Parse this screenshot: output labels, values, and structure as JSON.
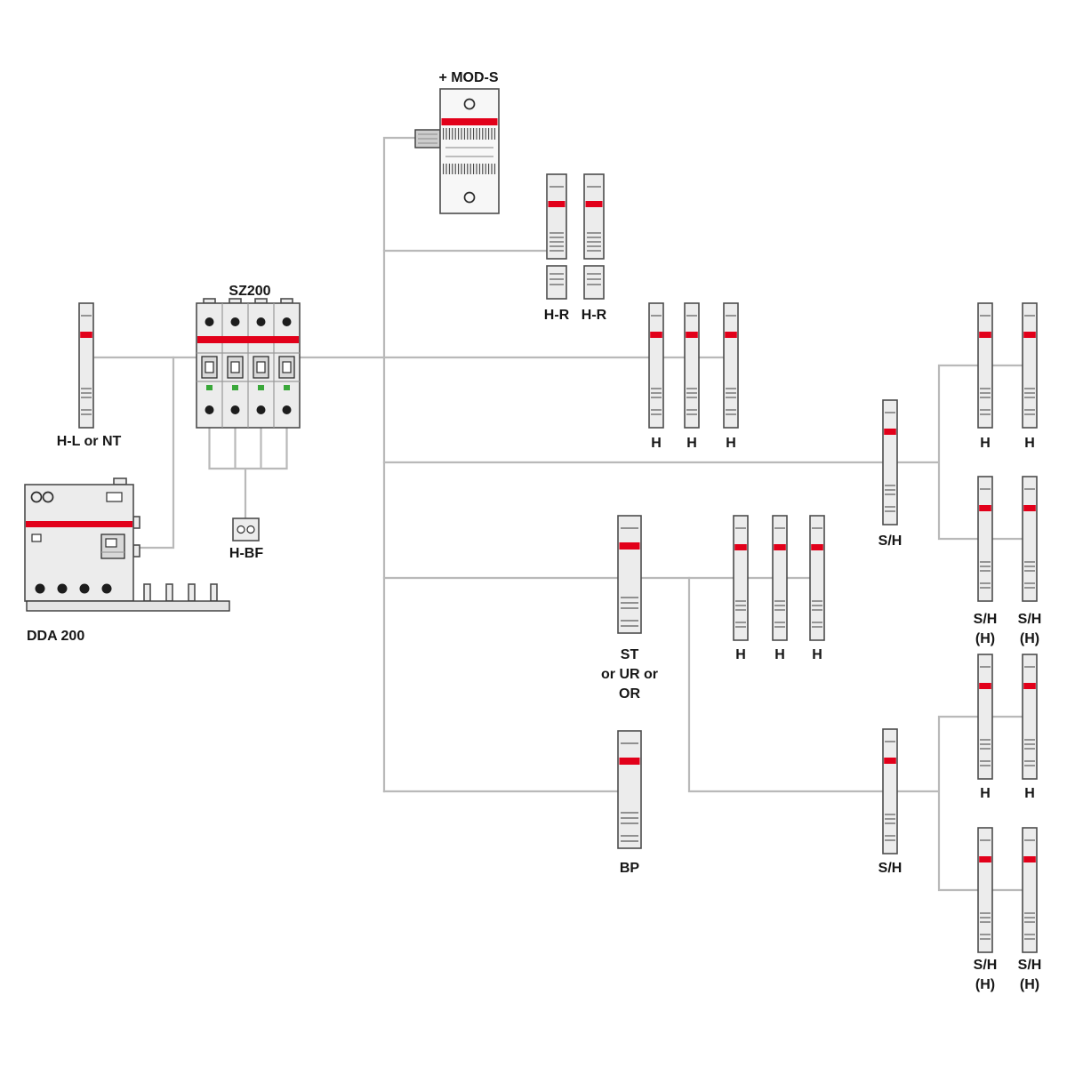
{
  "diagram": {
    "background": "#ffffff",
    "colors": {
      "connector": "#b9b9b9",
      "module_fill": "#ececec",
      "module_stroke": "#4c4c4c",
      "accent": "#e2001a",
      "text": "#161616",
      "green_indicator": "#3aa83a",
      "background": "#ffffff"
    },
    "labels": {
      "mod_s": "+ MOD-S",
      "sz200": "SZ200",
      "h_l_or_nt": "H-L or NT",
      "dda_200": "DDA 200",
      "h_bf": "H-BF",
      "h_r_1": "H-R",
      "h_r_2": "H-R",
      "h_top_1": "H",
      "h_top_2": "H",
      "h_top_3": "H",
      "st_line1": "ST",
      "st_line2": "or UR or",
      "st_line3": "OR",
      "h_mid_1": "H",
      "h_mid_2": "H",
      "h_mid_3": "H",
      "s_h_top": "S/H",
      "bp": "BP",
      "s_h_bottom": "S/H",
      "right_h_1a": "H",
      "right_h_1b": "H",
      "right_sh_1a_l1": "S/H",
      "right_sh_1a_l2": "(H)",
      "right_sh_1b_l1": "S/H",
      "right_sh_1b_l2": "(H)",
      "right_h_2a": "H",
      "right_h_2b": "H",
      "right_sh_2a_l1": "S/H",
      "right_sh_2a_l2": "(H)",
      "right_sh_2b_l1": "S/H",
      "right_sh_2b_l2": "(H)"
    }
  }
}
